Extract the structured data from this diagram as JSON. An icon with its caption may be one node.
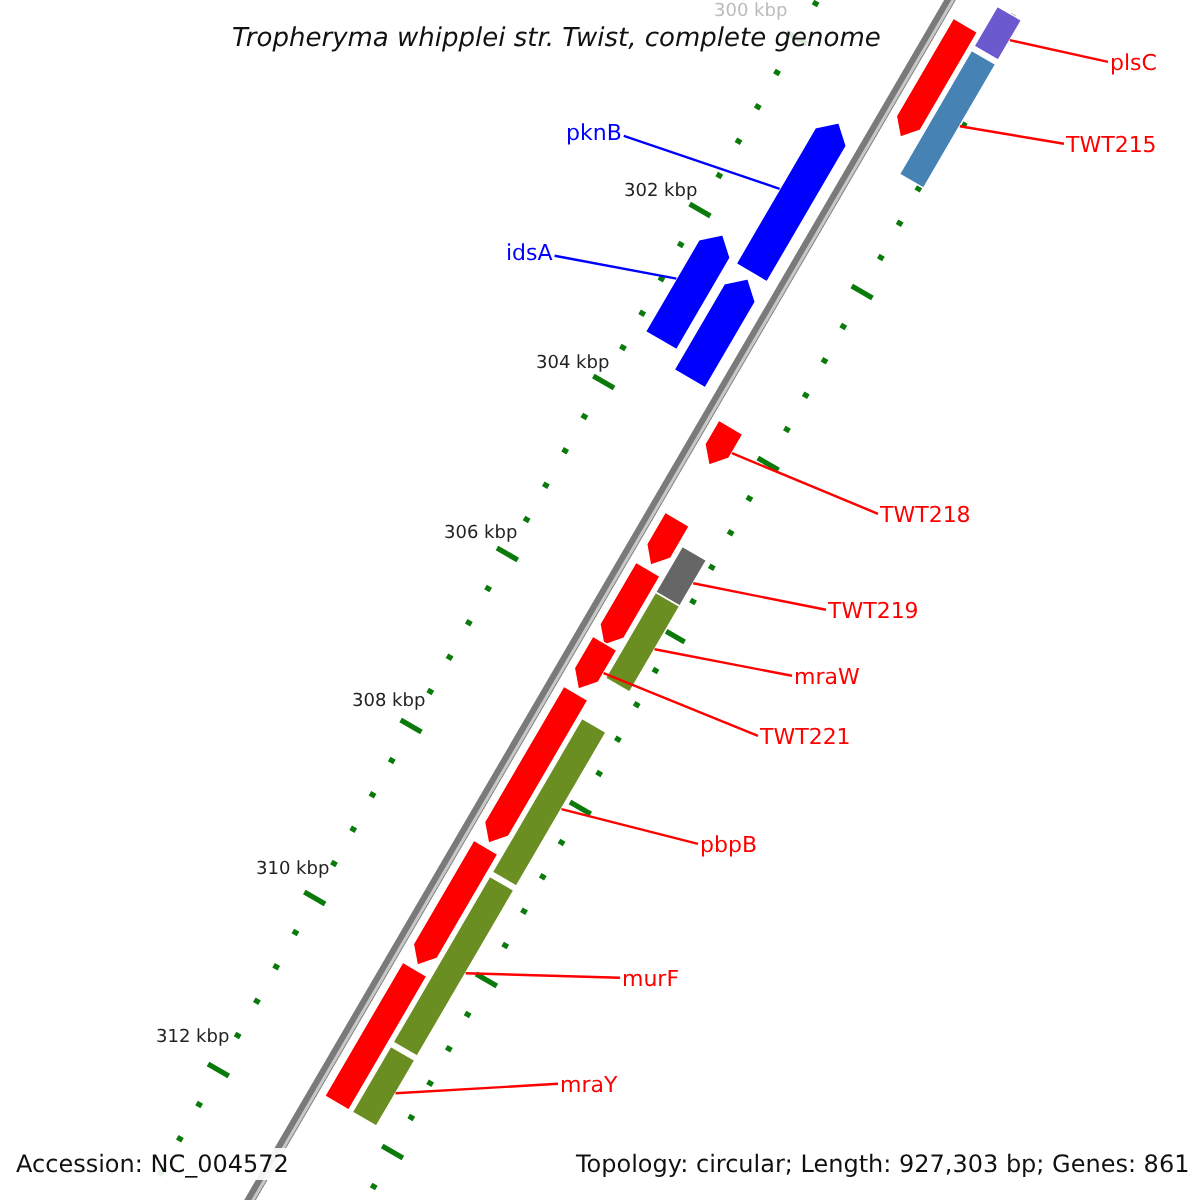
{
  "diagram": {
    "title": "Tropheryma whipplei str. Twist, complete genome",
    "nodes": [
      {
        "text": [
          "pknB"
        ]
      },
      {
        "text": [
          "idsA"
        ]
      },
      {
        "text": [
          "plsC"
        ]
      },
      {
        "text": [
          "TWT215"
        ]
      },
      {
        "text": [
          "TWT218"
        ]
      },
      {
        "text": [
          "TWT219"
        ]
      },
      {
        "text": [
          "mraW"
        ]
      },
      {
        "text": [
          "TWT221"
        ]
      },
      {
        "text": [
          "pbpB"
        ]
      },
      {
        "text": [
          "murF"
        ]
      },
      {
        "text": [
          "mraY"
        ]
      },
      {
        "text": [],
        "shape": "bar"
      },
      {
        "text": [],
        "shape": "bar"
      },
      {
        "text": [],
        "shape": "bar"
      },
      {
        "text": [],
        "shape": "bar"
      },
      {
        "text": [],
        "shape": "bar"
      },
      {
        "text": [],
        "shape": "bar"
      },
      {
        "text": [],
        "shape": "bar"
      },
      {
        "text": [],
        "shape": "bar"
      },
      {
        "text": [],
        "shape": "bar"
      },
      {
        "text": [],
        "shape": "bar"
      },
      {
        "text": [],
        "shape": "bar"
      },
      {
        "text": [],
        "shape": "bar"
      },
      {
        "text": [],
        "shape": "bar"
      },
      {
        "text": [],
        "shape": "bar"
      },
      {
        "text": [],
        "shape": "bar"
      },
      {
        "text": [],
        "shape": "bar"
      },
      {
        "text": [],
        "shape": "bar"
      },
      {
        "text": [],
        "shape": "bar"
      }
    ],
    "edges": [
      {
        "from": 0,
        "to": 14,
        "arrow": "none",
        "color": "#0000ff"
      },
      {
        "from": 1,
        "to": 15,
        "arrow": "none",
        "color": "#0000ff"
      },
      {
        "from": 2,
        "to": 12,
        "arrow": "none"
      },
      {
        "from": 3,
        "to": 13,
        "arrow": "none"
      },
      {
        "from": 4,
        "to": 17,
        "arrow": "none"
      },
      {
        "from": 5,
        "to": 19,
        "arrow": "none"
      },
      {
        "from": 6,
        "to": 21,
        "arrow": "none"
      },
      {
        "from": 7,
        "to": 22,
        "arrow": "none"
      },
      {
        "from": 8,
        "to": 24,
        "arrow": "none"
      },
      {
        "from": 9,
        "to": 26,
        "arrow": "none"
      },
      {
        "from": 10,
        "to": 28,
        "arrow": "none"
      }
    ],
    "labels": [
      "300 kbp",
      "302 kbp",
      "304 kbp",
      "306 kbp",
      "308 kbp",
      "310 kbp",
      "312 kbp",
      "Accession: NC_004572",
      "Topology: circular; Length: 927,303 bp; Genes: 861"
    ]
  }
}
